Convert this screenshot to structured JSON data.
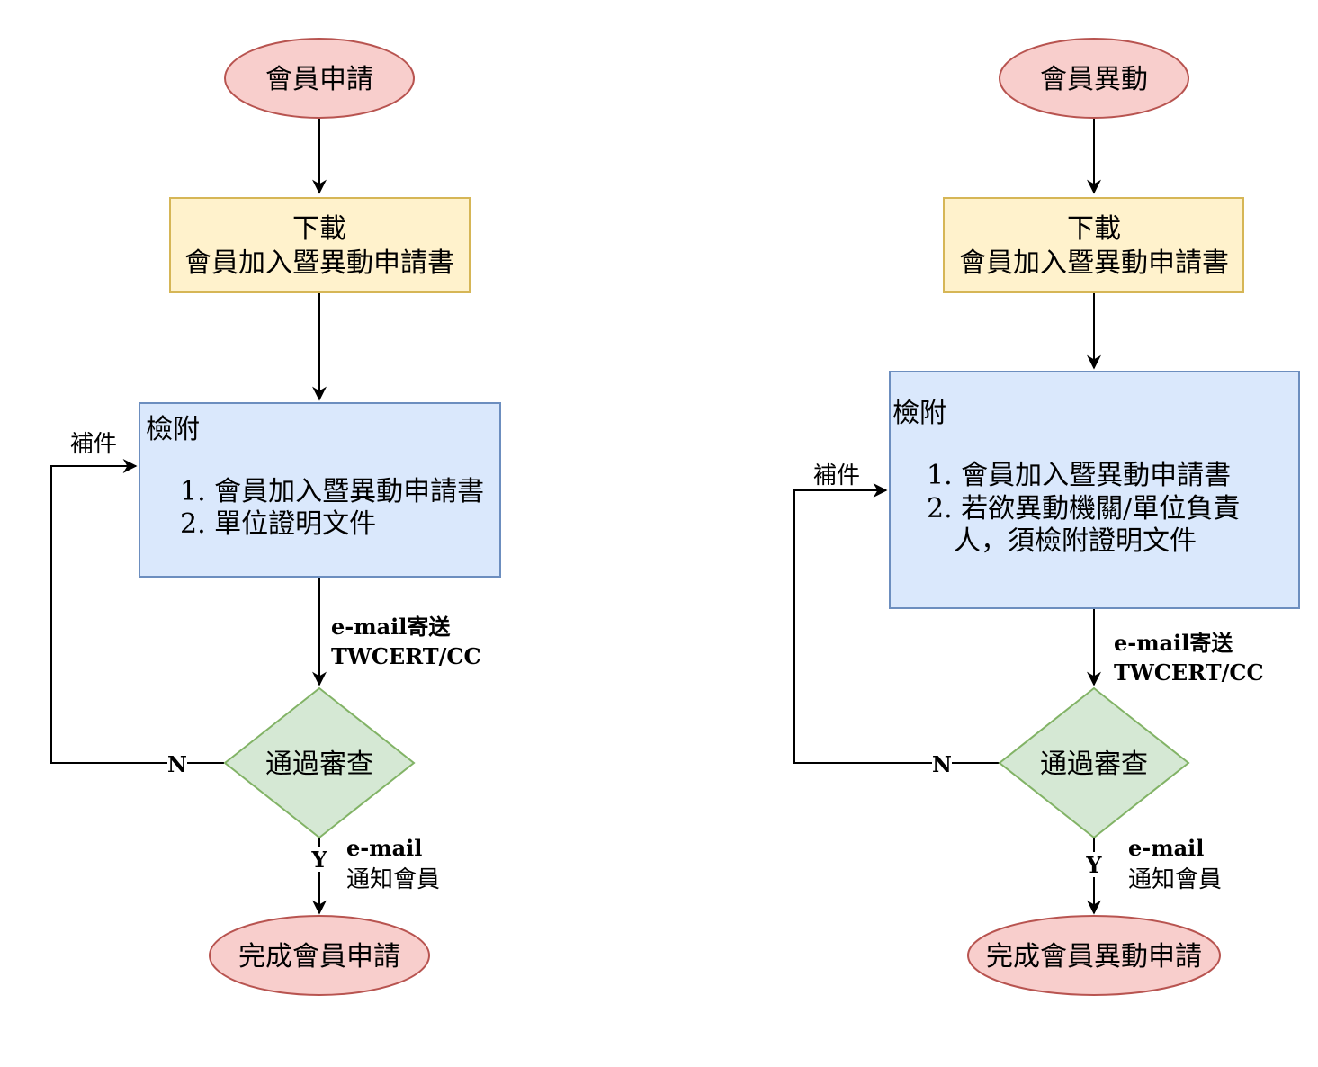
{
  "colors": {
    "terminal_fill": "#f8cecc",
    "terminal_stroke": "#b85450",
    "process_fill": "#fff2cc",
    "process_stroke": "#d6b656",
    "note_fill": "#dae8fc",
    "note_stroke": "#6c8ebf",
    "decision_fill": "#d5e8d4",
    "decision_stroke": "#82b366",
    "edge": "#000000"
  },
  "left": {
    "start": "會員申請",
    "download_line1": "下載",
    "download_line2": "會員加入暨異動申請書",
    "attach_title": "檢附",
    "attach_item1": "1. 會員加入暨異動申請書",
    "attach_item2": "2. 單位證明文件",
    "send_line1": "e-mail寄送",
    "send_line2": "TWCERT/CC",
    "decision": "通過審查",
    "no_label": "N",
    "yes_label": "Y",
    "loop_label": "補件",
    "notify_line1": "e-mail",
    "notify_line2": "通知會員",
    "end": "完成會員申請"
  },
  "right": {
    "start": "會員異動",
    "download_line1": "下載",
    "download_line2": "會員加入暨異動申請書",
    "attach_title": "檢附",
    "attach_item1": "1. 會員加入暨異動申請書",
    "attach_item2a": "2. 若欲異動機關/單位負責",
    "attach_item2b": "人，須檢附證明文件",
    "send_line1": "e-mail寄送",
    "send_line2": "TWCERT/CC",
    "decision": "通過審查",
    "no_label": "N",
    "yes_label": "Y",
    "loop_label": "補件",
    "notify_line1": "e-mail",
    "notify_line2": "通知會員",
    "end": "完成會員異動申請"
  }
}
